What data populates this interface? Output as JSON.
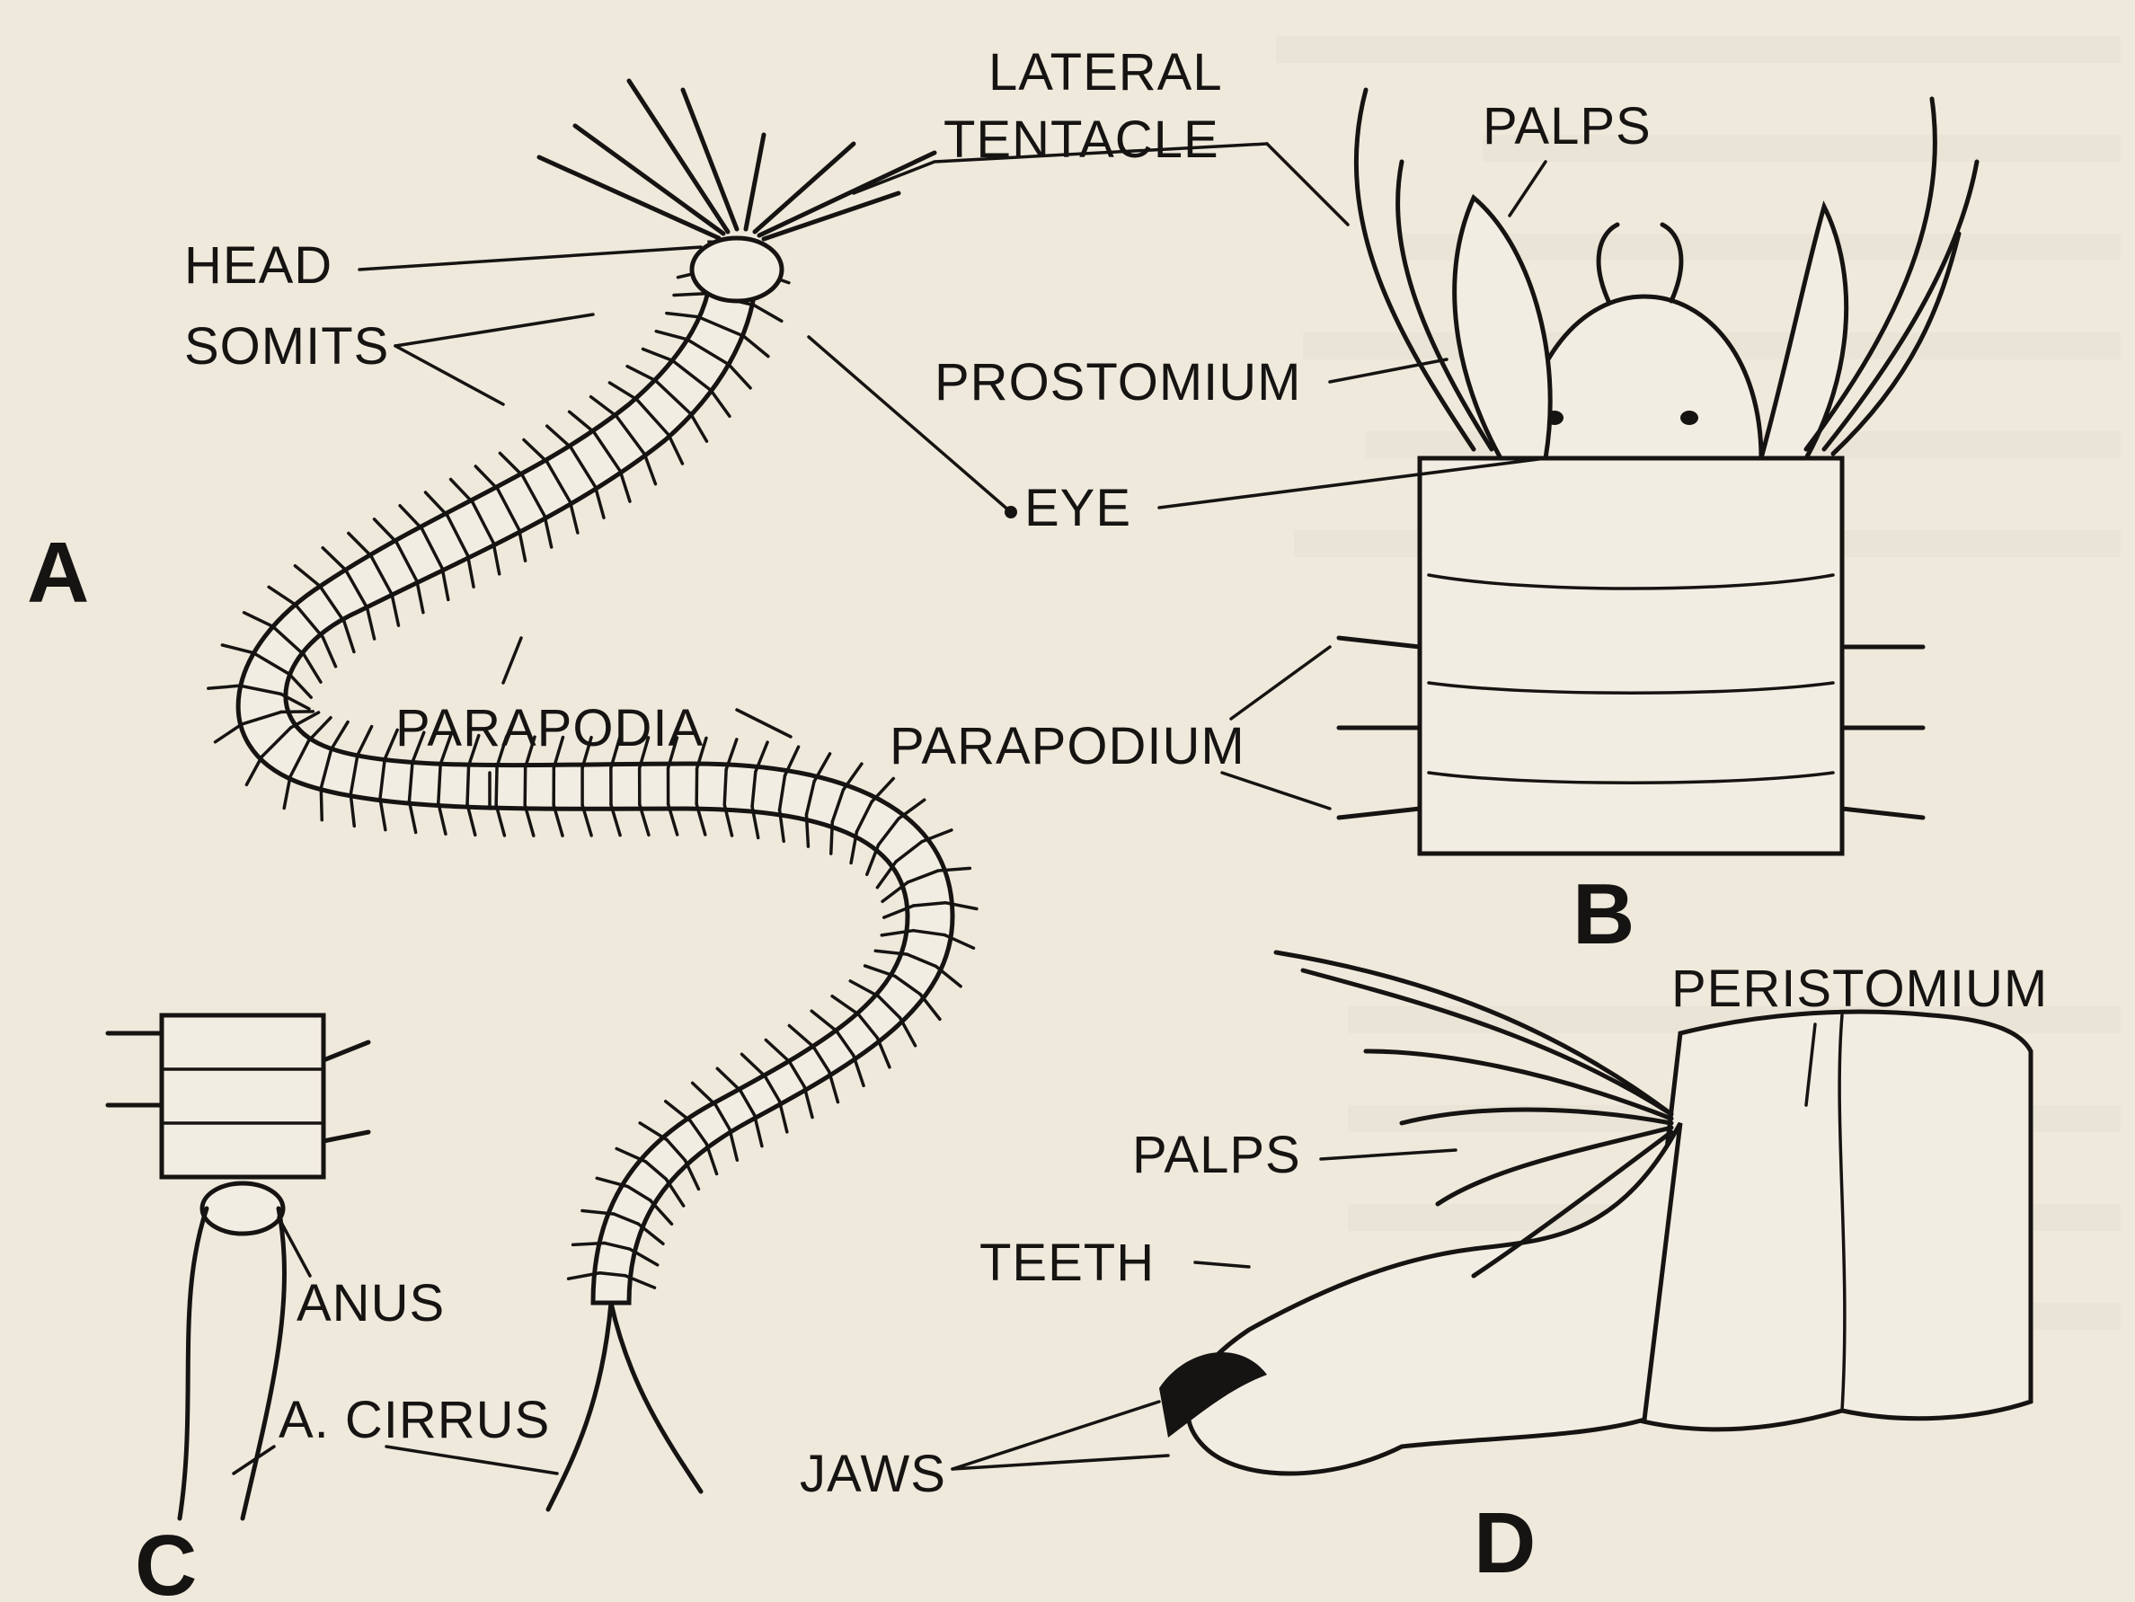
{
  "figure": {
    "panels": {
      "a": "A",
      "b": "B",
      "c": "C",
      "d": "D"
    },
    "labels": {
      "lateral_tentacle_1": "LATERAL",
      "lateral_tentacle_2": "TENTACLE",
      "palps_b": "PALPS",
      "head": "HEAD",
      "somits": "SOMITS",
      "prostomium": "PROSTOMIUM",
      "eye": "EYE",
      "parapodia": "PARAPODIA",
      "parapodium": "PARAPODIUM",
      "peristomium": "PERISTOMIUM",
      "palps_d": "PALPS",
      "teeth": "TEETH",
      "anus": "ANUS",
      "a_cirrus": "A. CIRRUS",
      "jaws": "JAWS"
    }
  }
}
